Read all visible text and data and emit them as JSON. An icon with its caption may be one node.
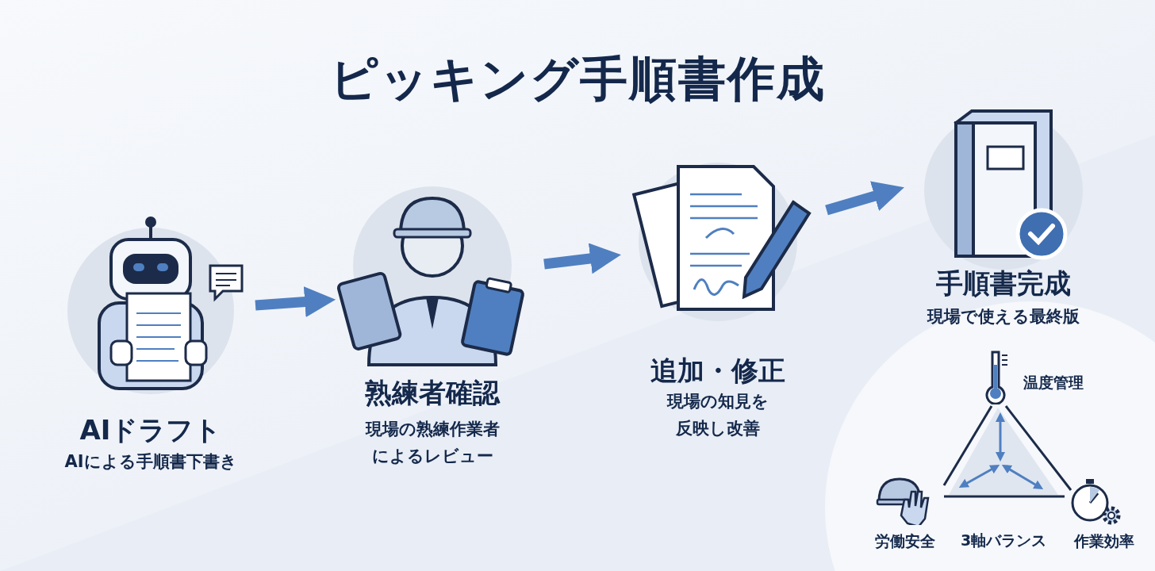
{
  "diagram": {
    "title": "ピッキング手順書作成",
    "nodes": [
      {
        "text": [
          "AIドラフト",
          "AIによる手順書下書き"
        ]
      },
      {
        "text": [
          "熟練者確認",
          "現場の熟練作業者によるレビュー"
        ]
      },
      {
        "text": [
          "追加・修正",
          "現場の知見を反映し改善"
        ]
      },
      {
        "text": [
          "手順書完成",
          "現場で使える最終版"
        ]
      },
      {
        "text": [
          "温度管理"
        ]
      },
      {
        "text": [
          "労働安全"
        ]
      },
      {
        "text": [
          "3軸バランス"
        ]
      },
      {
        "text": [
          "作業効率"
        ]
      }
    ],
    "edges": [
      {
        "from": 0,
        "to": 1,
        "arrow": "to",
        "style": "thick"
      },
      {
        "from": 1,
        "to": 2,
        "arrow": "to",
        "style": "thick"
      },
      {
        "from": 2,
        "to": 3,
        "arrow": "to",
        "style": "thick"
      },
      {
        "from": 4,
        "to": 5,
        "arrow": "none",
        "color": "#1c2b49"
      },
      {
        "from": 4,
        "to": 7,
        "arrow": "none",
        "color": "#1c2b49"
      },
      {
        "from": 5,
        "to": 7,
        "arrow": "none",
        "color": "#1c2b49"
      }
    ]
  }
}
